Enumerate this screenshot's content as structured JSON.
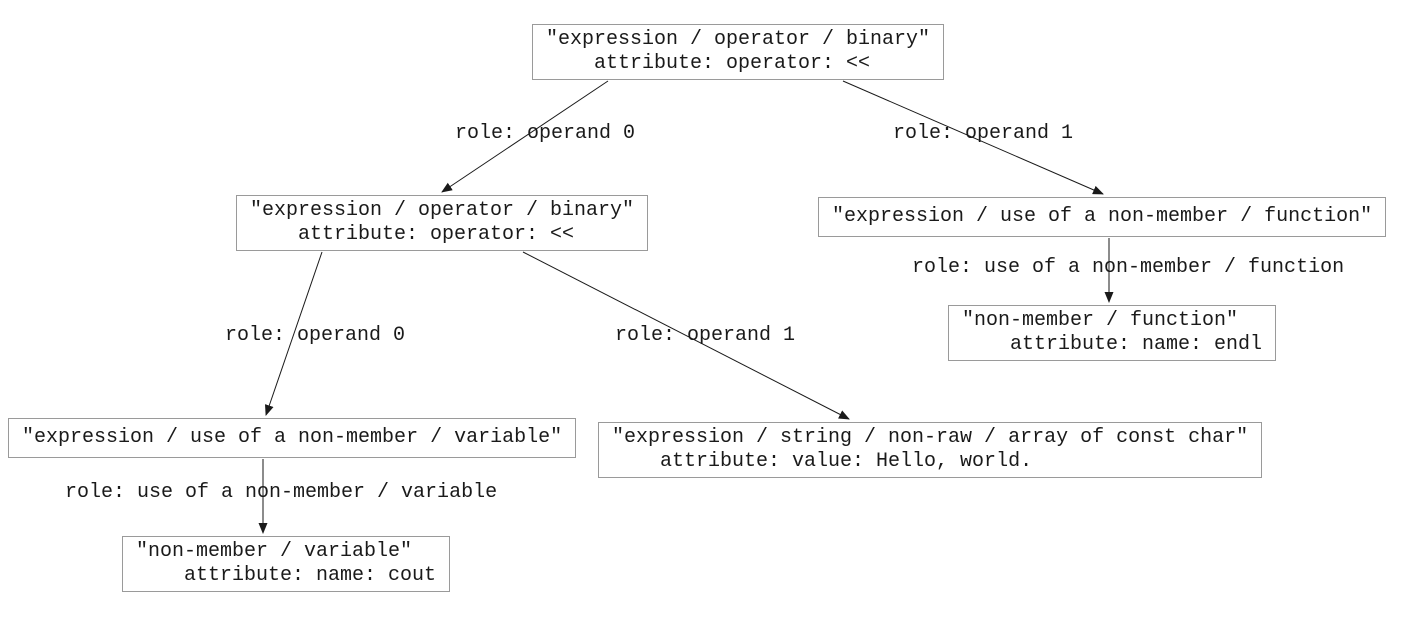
{
  "diagram": {
    "title": "AST graph of a C++ stream-output statement",
    "colors": {
      "background": "#ffffff",
      "node_border": "#9a9a9a",
      "node_fill": "#ffffff",
      "text": "#1a1a1a",
      "edge": "#1a1a1a"
    },
    "nodes": {
      "root_binary": {
        "text": "\"expression / operator / binary\"\n    attribute: operator: <<"
      },
      "inner_binary": {
        "text": "\"expression / operator / binary\"\n    attribute: operator: <<"
      },
      "use_function": {
        "text": "\"expression / use of a non-member / function\""
      },
      "function_endl": {
        "text": "\"non-member / function\"\n    attribute: name: endl"
      },
      "use_variable": {
        "text": "\"expression / use of a non-member / variable\""
      },
      "string_literal": {
        "text": "\"expression / string / non-raw / array of const char\"\n    attribute: value: Hello, world."
      },
      "variable_cout": {
        "text": "\"non-member / variable\"\n    attribute: name: cout"
      }
    },
    "edges": {
      "root_operand0": {
        "label": "role: operand 0"
      },
      "root_operand1": {
        "label": "role: operand 1"
      },
      "inner_operand0": {
        "label": "role: operand 0"
      },
      "inner_operand1": {
        "label": "role: operand 1"
      },
      "use_of_function": {
        "label": "role: use of a non-member / function"
      },
      "use_of_variable": {
        "label": "role: use of a non-member / variable"
      }
    }
  }
}
